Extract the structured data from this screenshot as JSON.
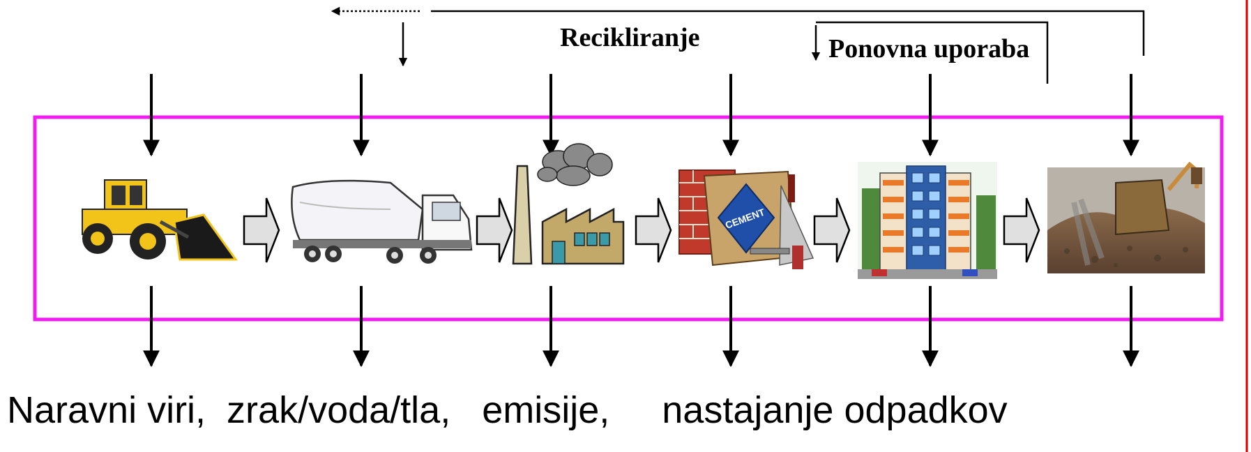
{
  "labels": {
    "recycling": "Recikliranje",
    "reuse": "Ponovna uporaba",
    "bottom_caption": "Naravni viri,  zrak/voda/tla,   emisije,     nastajanje odpadkov"
  },
  "stages": [
    {
      "icon": "bulldozer-icon"
    },
    {
      "icon": "cement-truck-icon"
    },
    {
      "icon": "factory-icon"
    },
    {
      "icon": "cement-bag-icon"
    },
    {
      "icon": "apartment-building-icon"
    },
    {
      "icon": "demolition-rubble-icon"
    }
  ],
  "colors": {
    "frame": "#f01cf0",
    "right_edge": "#cc0000",
    "arrow": "#000000",
    "flow_arrow_fill": "#e0e0e0"
  }
}
